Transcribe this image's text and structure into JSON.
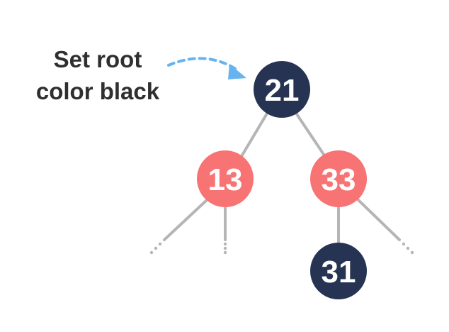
{
  "annotation": {
    "line1": "Set root",
    "line2": "color black"
  },
  "colors": {
    "black_node": "#263352",
    "red_node": "#f87373",
    "edge": "#b5b5b5",
    "arrow": "#66b3f0",
    "text": "#2f2f2f"
  },
  "tree": {
    "nodes": [
      {
        "id": "n21",
        "value": "21",
        "color": "black"
      },
      {
        "id": "n13",
        "value": "13",
        "color": "red"
      },
      {
        "id": "n33",
        "value": "33",
        "color": "red"
      },
      {
        "id": "n31",
        "value": "31",
        "color": "black"
      }
    ]
  }
}
